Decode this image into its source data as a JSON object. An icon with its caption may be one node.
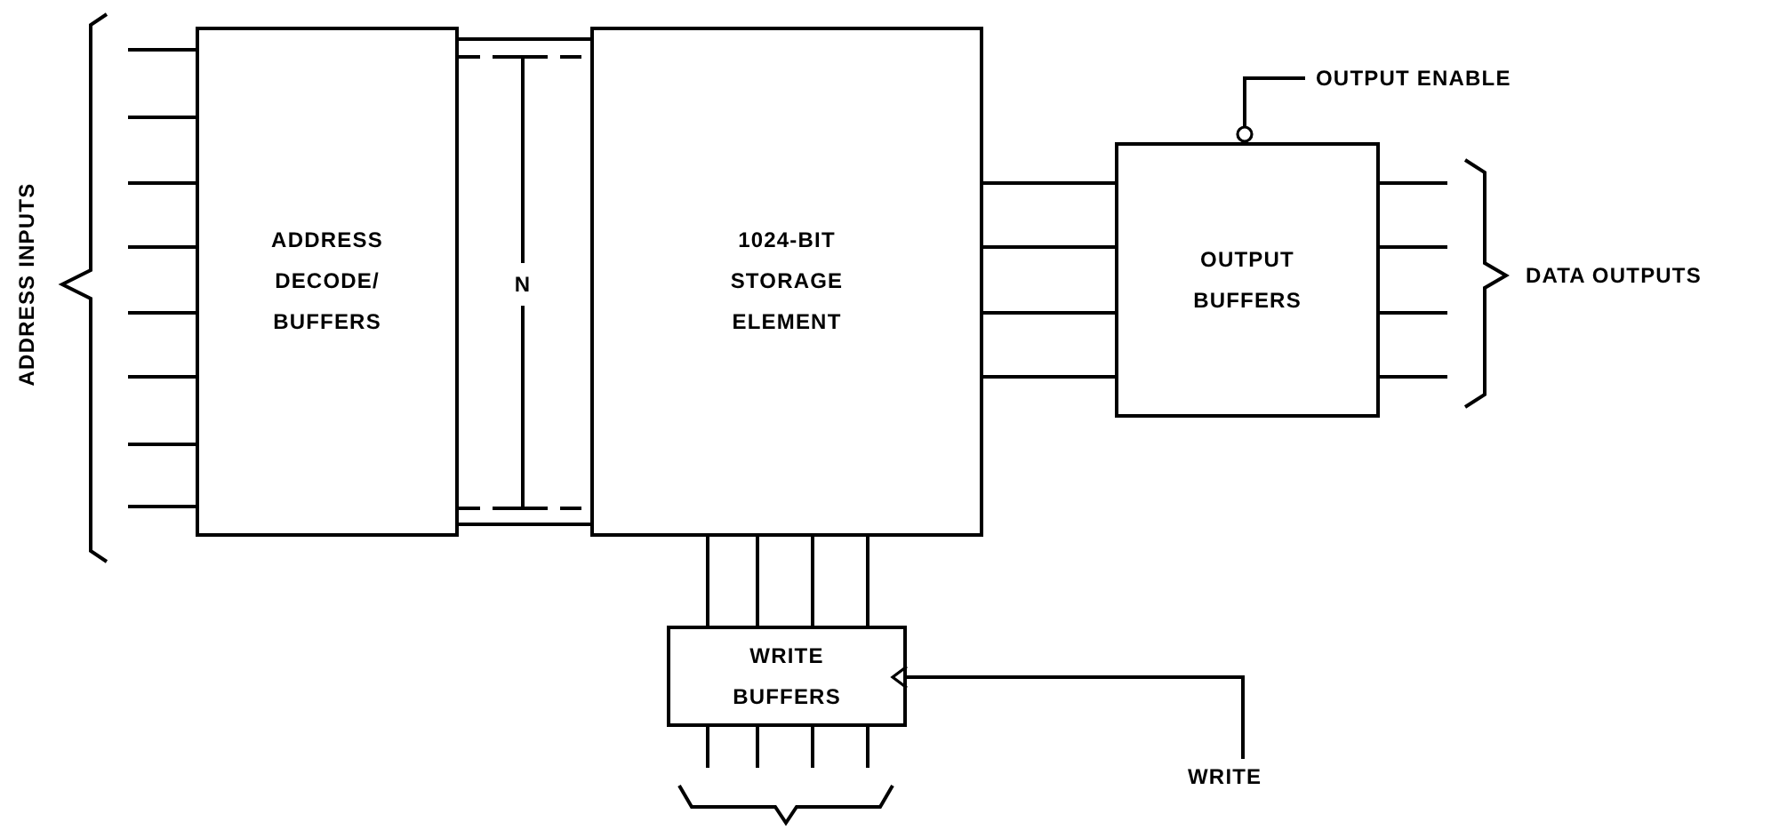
{
  "diagram": {
    "nodes": [
      {
        "text": [
          "ADDRESS DECODE/ BUFFERS"
        ]
      },
      {
        "text": [
          "1024-BIT STORAGE ELEMENT"
        ]
      },
      {
        "text": [
          "OUTPUT BUFFERS"
        ]
      },
      {
        "text": [
          "WRITE BUFFERS"
        ]
      },
      {
        "text": [
          "OUTPUT ENABLE"
        ]
      },
      {
        "text": [
          "WRITE"
        ]
      }
    ],
    "edges": [
      {
        "from": null,
        "to": 0,
        "arrow": "none"
      },
      {
        "from": null,
        "to": 0,
        "arrow": "none"
      },
      {
        "from": null,
        "to": 0,
        "arrow": "none"
      },
      {
        "from": null,
        "to": 0,
        "arrow": "none"
      },
      {
        "from": null,
        "to": 0,
        "arrow": "none"
      },
      {
        "from": null,
        "to": 0,
        "arrow": "none"
      },
      {
        "from": null,
        "to": 0,
        "arrow": "none"
      },
      {
        "from": null,
        "to": 0,
        "arrow": "none"
      },
      {
        "from": 0,
        "to": 1,
        "arrow": "none"
      },
      {
        "from": 0,
        "to": 1,
        "arrow": "none",
        "style": "dashed"
      },
      {
        "from": 0,
        "to": 1,
        "arrow": "none",
        "style": "dashed"
      },
      {
        "from": 0,
        "to": 1,
        "arrow": "none"
      },
      {
        "from": 1,
        "to": 2,
        "arrow": "none"
      },
      {
        "from": 1,
        "to": 2,
        "arrow": "none"
      },
      {
        "from": 1,
        "to": 2,
        "arrow": "none"
      },
      {
        "from": 1,
        "to": 2,
        "arrow": "none"
      },
      {
        "from": 2,
        "to": null,
        "arrow": "none"
      },
      {
        "from": 2,
        "to": null,
        "arrow": "none"
      },
      {
        "from": 2,
        "to": null,
        "arrow": "none"
      },
      {
        "from": 2,
        "to": null,
        "arrow": "none"
      },
      {
        "from": 1,
        "to": 3,
        "arrow": "none"
      },
      {
        "from": 1,
        "to": 3,
        "arrow": "none"
      },
      {
        "from": 1,
        "to": 3,
        "arrow": "none"
      },
      {
        "from": 1,
        "to": 3,
        "arrow": "none"
      },
      {
        "from": 3,
        "to": null,
        "arrow": "none"
      },
      {
        "from": 3,
        "to": null,
        "arrow": "none"
      },
      {
        "from": 3,
        "to": null,
        "arrow": "none"
      },
      {
        "from": 3,
        "to": null,
        "arrow": "none"
      },
      {
        "from": 4,
        "to": 2,
        "arrow": "other"
      },
      {
        "from": 5,
        "to": 3,
        "arrow": "to"
      }
    ],
    "labels": [
      "ADDRESS INPUTS",
      "N",
      "DATA OUTPUTS"
    ]
  }
}
